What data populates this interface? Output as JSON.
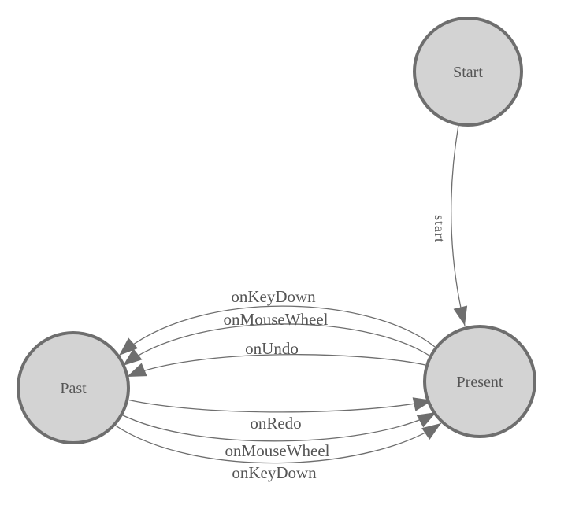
{
  "diagram": {
    "type": "state-machine-graph",
    "colors": {
      "background": "#ffffff",
      "node_fill": "#d3d3d3",
      "node_border": "#6e6e6e",
      "edge_stroke": "#6e6e6e",
      "arrowhead_fill": "#6e6e6e",
      "text": "#555555"
    },
    "nodes": [
      {
        "id": "start",
        "label": "Start"
      },
      {
        "id": "present",
        "label": "Present"
      },
      {
        "id": "past",
        "label": "Past"
      }
    ],
    "edges": [
      {
        "from": "start",
        "to": "present",
        "label": "start"
      },
      {
        "from": "present",
        "to": "past",
        "label": "onKeyDown"
      },
      {
        "from": "present",
        "to": "past",
        "label": "onMouseWheel"
      },
      {
        "from": "present",
        "to": "past",
        "label": "onUndo"
      },
      {
        "from": "past",
        "to": "present",
        "label": "onRedo"
      },
      {
        "from": "past",
        "to": "present",
        "label": "onMouseWheel"
      },
      {
        "from": "past",
        "to": "present",
        "label": "onKeyDown"
      }
    ]
  }
}
